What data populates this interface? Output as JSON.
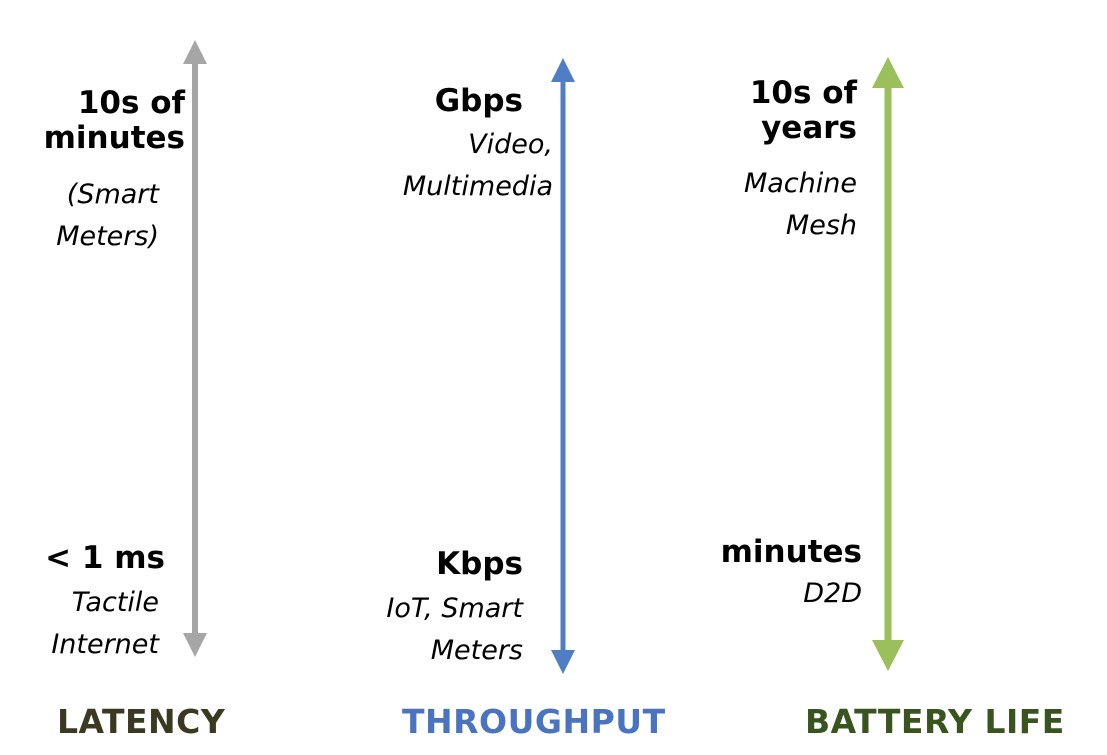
{
  "columns": [
    {
      "title": "LATENCY",
      "title_color": "#3a3a22",
      "arrow_color": "#a6a6a6",
      "top_value": "10s of minutes",
      "top_example": "(Smart Meters)",
      "bottom_value": "< 1 ms",
      "bottom_example": "Tactile Internet"
    },
    {
      "title": "THROUGHPUT",
      "title_color": "#4a74c0",
      "arrow_color": "#4f7ec4",
      "top_value": "Gbps",
      "top_example": "Video, Multimedia",
      "bottom_value": "Kbps",
      "bottom_example": "IoT, Smart Meters"
    },
    {
      "title": "BATTERY LIFE",
      "title_color": "#3a5420",
      "arrow_color": "#9bbf5a",
      "top_value": "10s of years",
      "top_example": "Machine Mesh",
      "bottom_value": "minutes",
      "bottom_example": "D2D"
    }
  ]
}
